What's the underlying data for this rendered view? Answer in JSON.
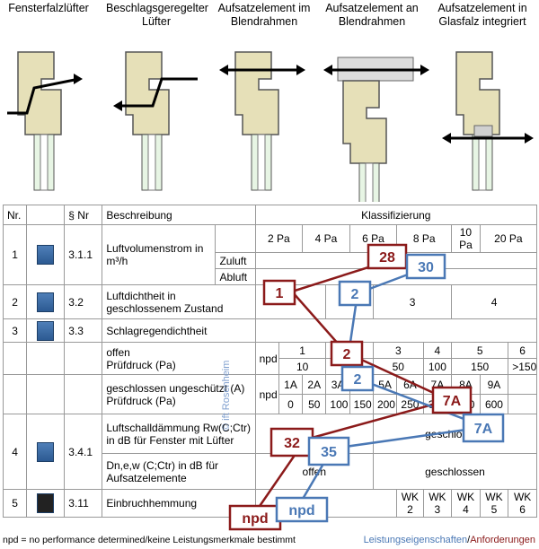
{
  "headers": [
    "Fensterfalzlüfter",
    "Beschlagsgeregelter Lüfter",
    "Aufsatzelement im Blendrahmen",
    "Aufsatzelement an Blendrahmen",
    "Aufsatzelement in Glasfalz integriert"
  ],
  "table": {
    "col_nr": "Nr.",
    "col_sect": "§ Nr",
    "col_desc": "Beschreibung",
    "col_class": "Klassifizierung",
    "pressures": [
      "2 Pa",
      "4 Pa",
      "6 Pa",
      "8 Pa",
      "10 Pa",
      "20 Pa"
    ],
    "r1": {
      "nr": "1",
      "sect": "3.1.1",
      "desc": "Luftvolumenstrom in m³/h",
      "zuluft": "Zuluft",
      "abluft": "Abluft"
    },
    "r2": {
      "nr": "2",
      "sect": "3.2",
      "desc": "Luftdichtheit in geschlossenem Zustand",
      "c3": "3",
      "c4": "4"
    },
    "r3": {
      "nr": "3",
      "sect": "3.3",
      "desc": "Schlagregendichtheit"
    },
    "r3a": {
      "desc": "offen\nPrüfdruck (Pa)",
      "npd": "npd",
      "cls": [
        "1",
        "2",
        "3",
        "4",
        "5",
        "6"
      ],
      "pa": [
        "10",
        "",
        "50",
        "100",
        "150",
        ">150"
      ]
    },
    "r3b": {
      "desc": "geschlossen ungeschützt (A) Prüfdruck (Pa)",
      "npd": "npd",
      "cls": [
        "1A",
        "2A",
        "3A",
        "4A",
        "5A",
        "6A",
        "7A",
        "8A",
        "9A"
      ],
      "pa": [
        "0",
        "50",
        "100",
        "150",
        "200",
        "250",
        "300",
        "450",
        "600"
      ]
    },
    "r4": {
      "nr": "4",
      "sect": "3.4.1",
      "desc1": "Luftschalldämmung Rw(C;Ctr) in dB für Fenster mit Lüfter",
      "desc2": "Dn,e,w (C;Ctr) in dB für Aufsatzelemente",
      "geschl": "geschlossen",
      "offen": "offen",
      "geschl2": "geschlossen"
    },
    "r5": {
      "nr": "5",
      "sect": "3.11",
      "desc": "Einbruchhemmung",
      "wk": [
        "WK 2",
        "WK 3",
        "WK 4",
        "WK 5",
        "WK 6"
      ]
    }
  },
  "markers_red": [
    "28",
    "1",
    "2",
    "7A",
    "32",
    "npd"
  ],
  "markers_blue": [
    "30",
    "2",
    "2",
    "7A",
    "35",
    "npd"
  ],
  "footer_left": "npd = no performance determined/keine Leistungsmerkmale bestimmt",
  "footer_right_blue": "Leistungseigenschaften",
  "footer_right_sep": "/",
  "footer_right_red": "Anforderungen",
  "watermark": "© ift Rosenheim",
  "colors": {
    "red": "#8b1a1a",
    "blue": "#4a78b5",
    "frame": "#e6e0b8"
  }
}
